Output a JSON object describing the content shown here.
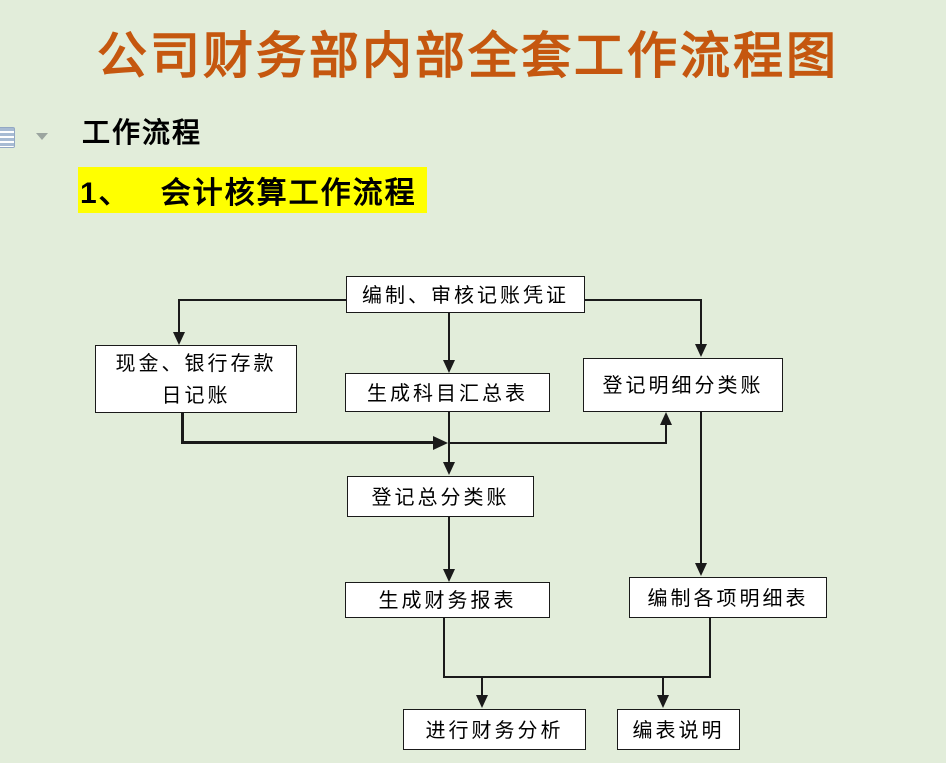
{
  "doc": {
    "title": "公司财务部内部全套工作流程图",
    "section_heading": "工作流程",
    "flow_item": {
      "number": "1、",
      "label": "会计核算工作流程"
    }
  },
  "colors": {
    "page_background": "#E2EDDA",
    "title_text": "#C5570F",
    "heading_highlight": "#FFFF00",
    "box_fill": "#FFFFFF",
    "box_border": "#1A1A1A",
    "connector": "#1A1A1A",
    "margin_icon": "#A7BBD3"
  },
  "margin_icons": [
    {
      "name": "document-icon"
    },
    {
      "name": "dropdown-arrow-icon"
    }
  ],
  "flowchart": {
    "nodes": {
      "voucher": {
        "label": "编制、审核记账凭证"
      },
      "cash_journal": {
        "line1": "现金、银行存款",
        "line2": "日记账"
      },
      "summary": {
        "label": "生成科目汇总表"
      },
      "subledger": {
        "label": "登记明细分类账"
      },
      "general_ledger": {
        "label": "登记总分类账"
      },
      "report": {
        "label": "生成财务报表"
      },
      "details": {
        "label": "编制各项明细表"
      },
      "analysis": {
        "label": "进行财务分析"
      },
      "notes": {
        "label": "编表说明"
      }
    },
    "edges": [
      [
        "voucher",
        "cash_journal"
      ],
      [
        "voucher",
        "summary"
      ],
      [
        "voucher",
        "subledger"
      ],
      [
        "cash_journal",
        "general_ledger"
      ],
      [
        "cash_journal",
        "subledger"
      ],
      [
        "summary",
        "general_ledger"
      ],
      [
        "general_ledger",
        "report"
      ],
      [
        "subledger",
        "details"
      ],
      [
        "report",
        "analysis"
      ],
      [
        "report",
        "notes"
      ],
      [
        "details",
        "analysis"
      ],
      [
        "details",
        "notes"
      ]
    ]
  }
}
